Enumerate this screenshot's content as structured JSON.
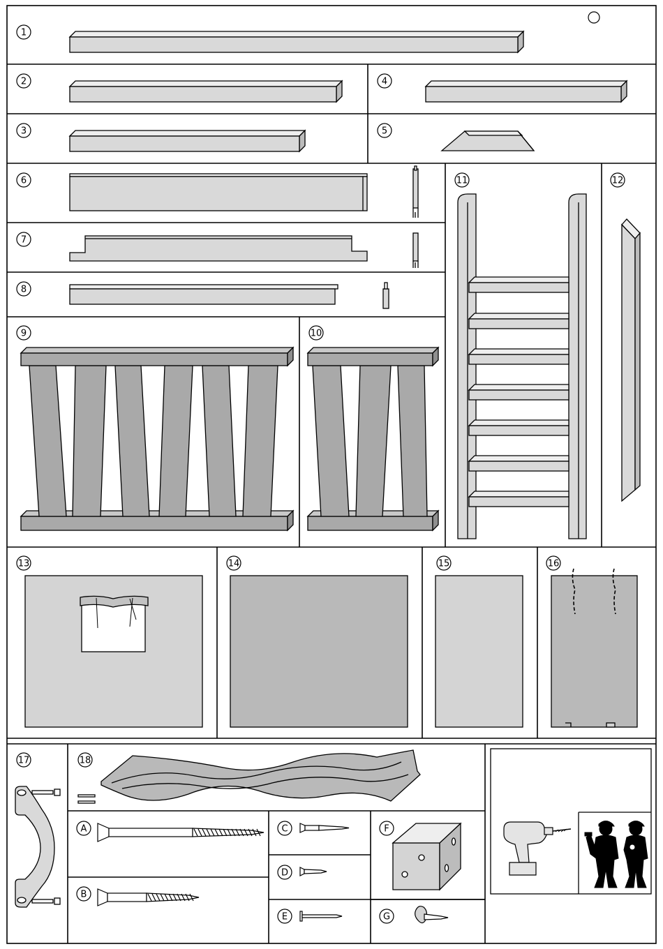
{
  "parts": [
    {
      "id": "part-1",
      "number": "1"
    },
    {
      "id": "part-2",
      "number": "2"
    },
    {
      "id": "part-3",
      "number": "3"
    },
    {
      "id": "part-4",
      "number": "4"
    },
    {
      "id": "part-5",
      "number": "5"
    },
    {
      "id": "part-6",
      "number": "6"
    },
    {
      "id": "part-7",
      "number": "7"
    },
    {
      "id": "part-8",
      "number": "8"
    },
    {
      "id": "part-9",
      "number": "9"
    },
    {
      "id": "part-10",
      "number": "10"
    },
    {
      "id": "part-11",
      "number": "11"
    },
    {
      "id": "part-12",
      "number": "12"
    },
    {
      "id": "part-13",
      "number": "13"
    },
    {
      "id": "part-14",
      "number": "14"
    },
    {
      "id": "part-15",
      "number": "15"
    },
    {
      "id": "part-16",
      "number": "16"
    },
    {
      "id": "part-17",
      "number": "17"
    },
    {
      "id": "part-18",
      "number": "18"
    }
  ],
  "hardware": [
    {
      "id": "hw-a",
      "letter": "A",
      "icon": "long-wood-screw-icon"
    },
    {
      "id": "hw-b",
      "letter": "B",
      "icon": "wood-screw-icon"
    },
    {
      "id": "hw-c",
      "letter": "C",
      "icon": "small-screw-icon"
    },
    {
      "id": "hw-d",
      "letter": "D",
      "icon": "short-screw-icon"
    },
    {
      "id": "hw-e",
      "letter": "E",
      "icon": "nail-icon"
    },
    {
      "id": "hw-f",
      "letter": "F",
      "icon": "angle-bracket-icon"
    },
    {
      "id": "hw-g",
      "letter": "G",
      "icon": "tack-icon"
    }
  ],
  "tools": [
    {
      "icon": "cordless-drill-icon"
    },
    {
      "icon": "two-person-assembly-icon"
    }
  ],
  "colors": {
    "board_light": "#d9d9d9",
    "board_dark": "#a9a9a9",
    "panel_gray": "#b9b9b9",
    "line": "#000000"
  }
}
